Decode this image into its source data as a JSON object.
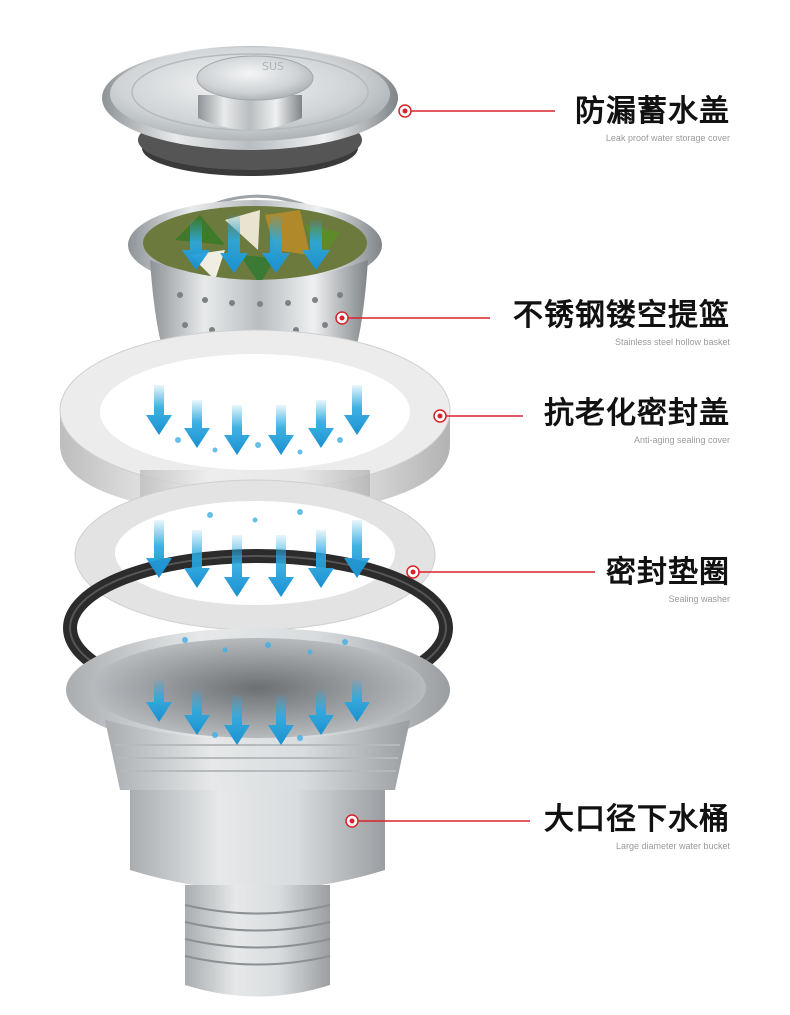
{
  "callouts": [
    {
      "cn": "防漏蓄水盖",
      "en": "Leak proof water storage cover"
    },
    {
      "cn": "不锈钢镂空提篮",
      "en": "Stainless steel hollow basket"
    },
    {
      "cn": "抗老化密封盖",
      "en": "Anti-aging sealing cover"
    },
    {
      "cn": "密封垫圈",
      "en": "Sealing washer"
    },
    {
      "cn": "大口径下水桶",
      "en": "Large diameter water bucket"
    }
  ],
  "lid_engraving": "SUS",
  "colors": {
    "accent": "#d9232b",
    "arrow": "#2aa9e0",
    "steel": "#c9cdd0",
    "plastic": "#e4e4e4",
    "gasket": "#2b2b2b"
  }
}
